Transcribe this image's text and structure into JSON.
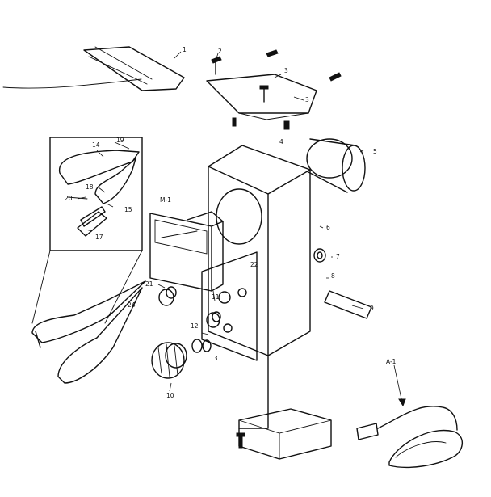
{
  "callouts": {
    "c1": "1",
    "c2": "2",
    "c3": "3",
    "c3b": "3",
    "c4": "4",
    "c5": "5",
    "c6": "6",
    "c7": "7",
    "c8": "8",
    "c9": "9",
    "c10": "10",
    "c11": "11",
    "c12": "12",
    "c13": "13",
    "c14": "14",
    "c15": "15",
    "c17": "17",
    "c18": "18",
    "c19": "19",
    "c20": "20",
    "c21": "21",
    "c22": "22",
    "c24": "24",
    "cM1": "M-1",
    "cA1": "A-1"
  },
  "icons": {
    "meter": "panel-meter-icon",
    "knob": "control-knob-icon",
    "probe": "test-probe-icon",
    "clip": "alligator-clip-icon",
    "plug": "power-plug-icon",
    "screw": "screw-icon"
  }
}
